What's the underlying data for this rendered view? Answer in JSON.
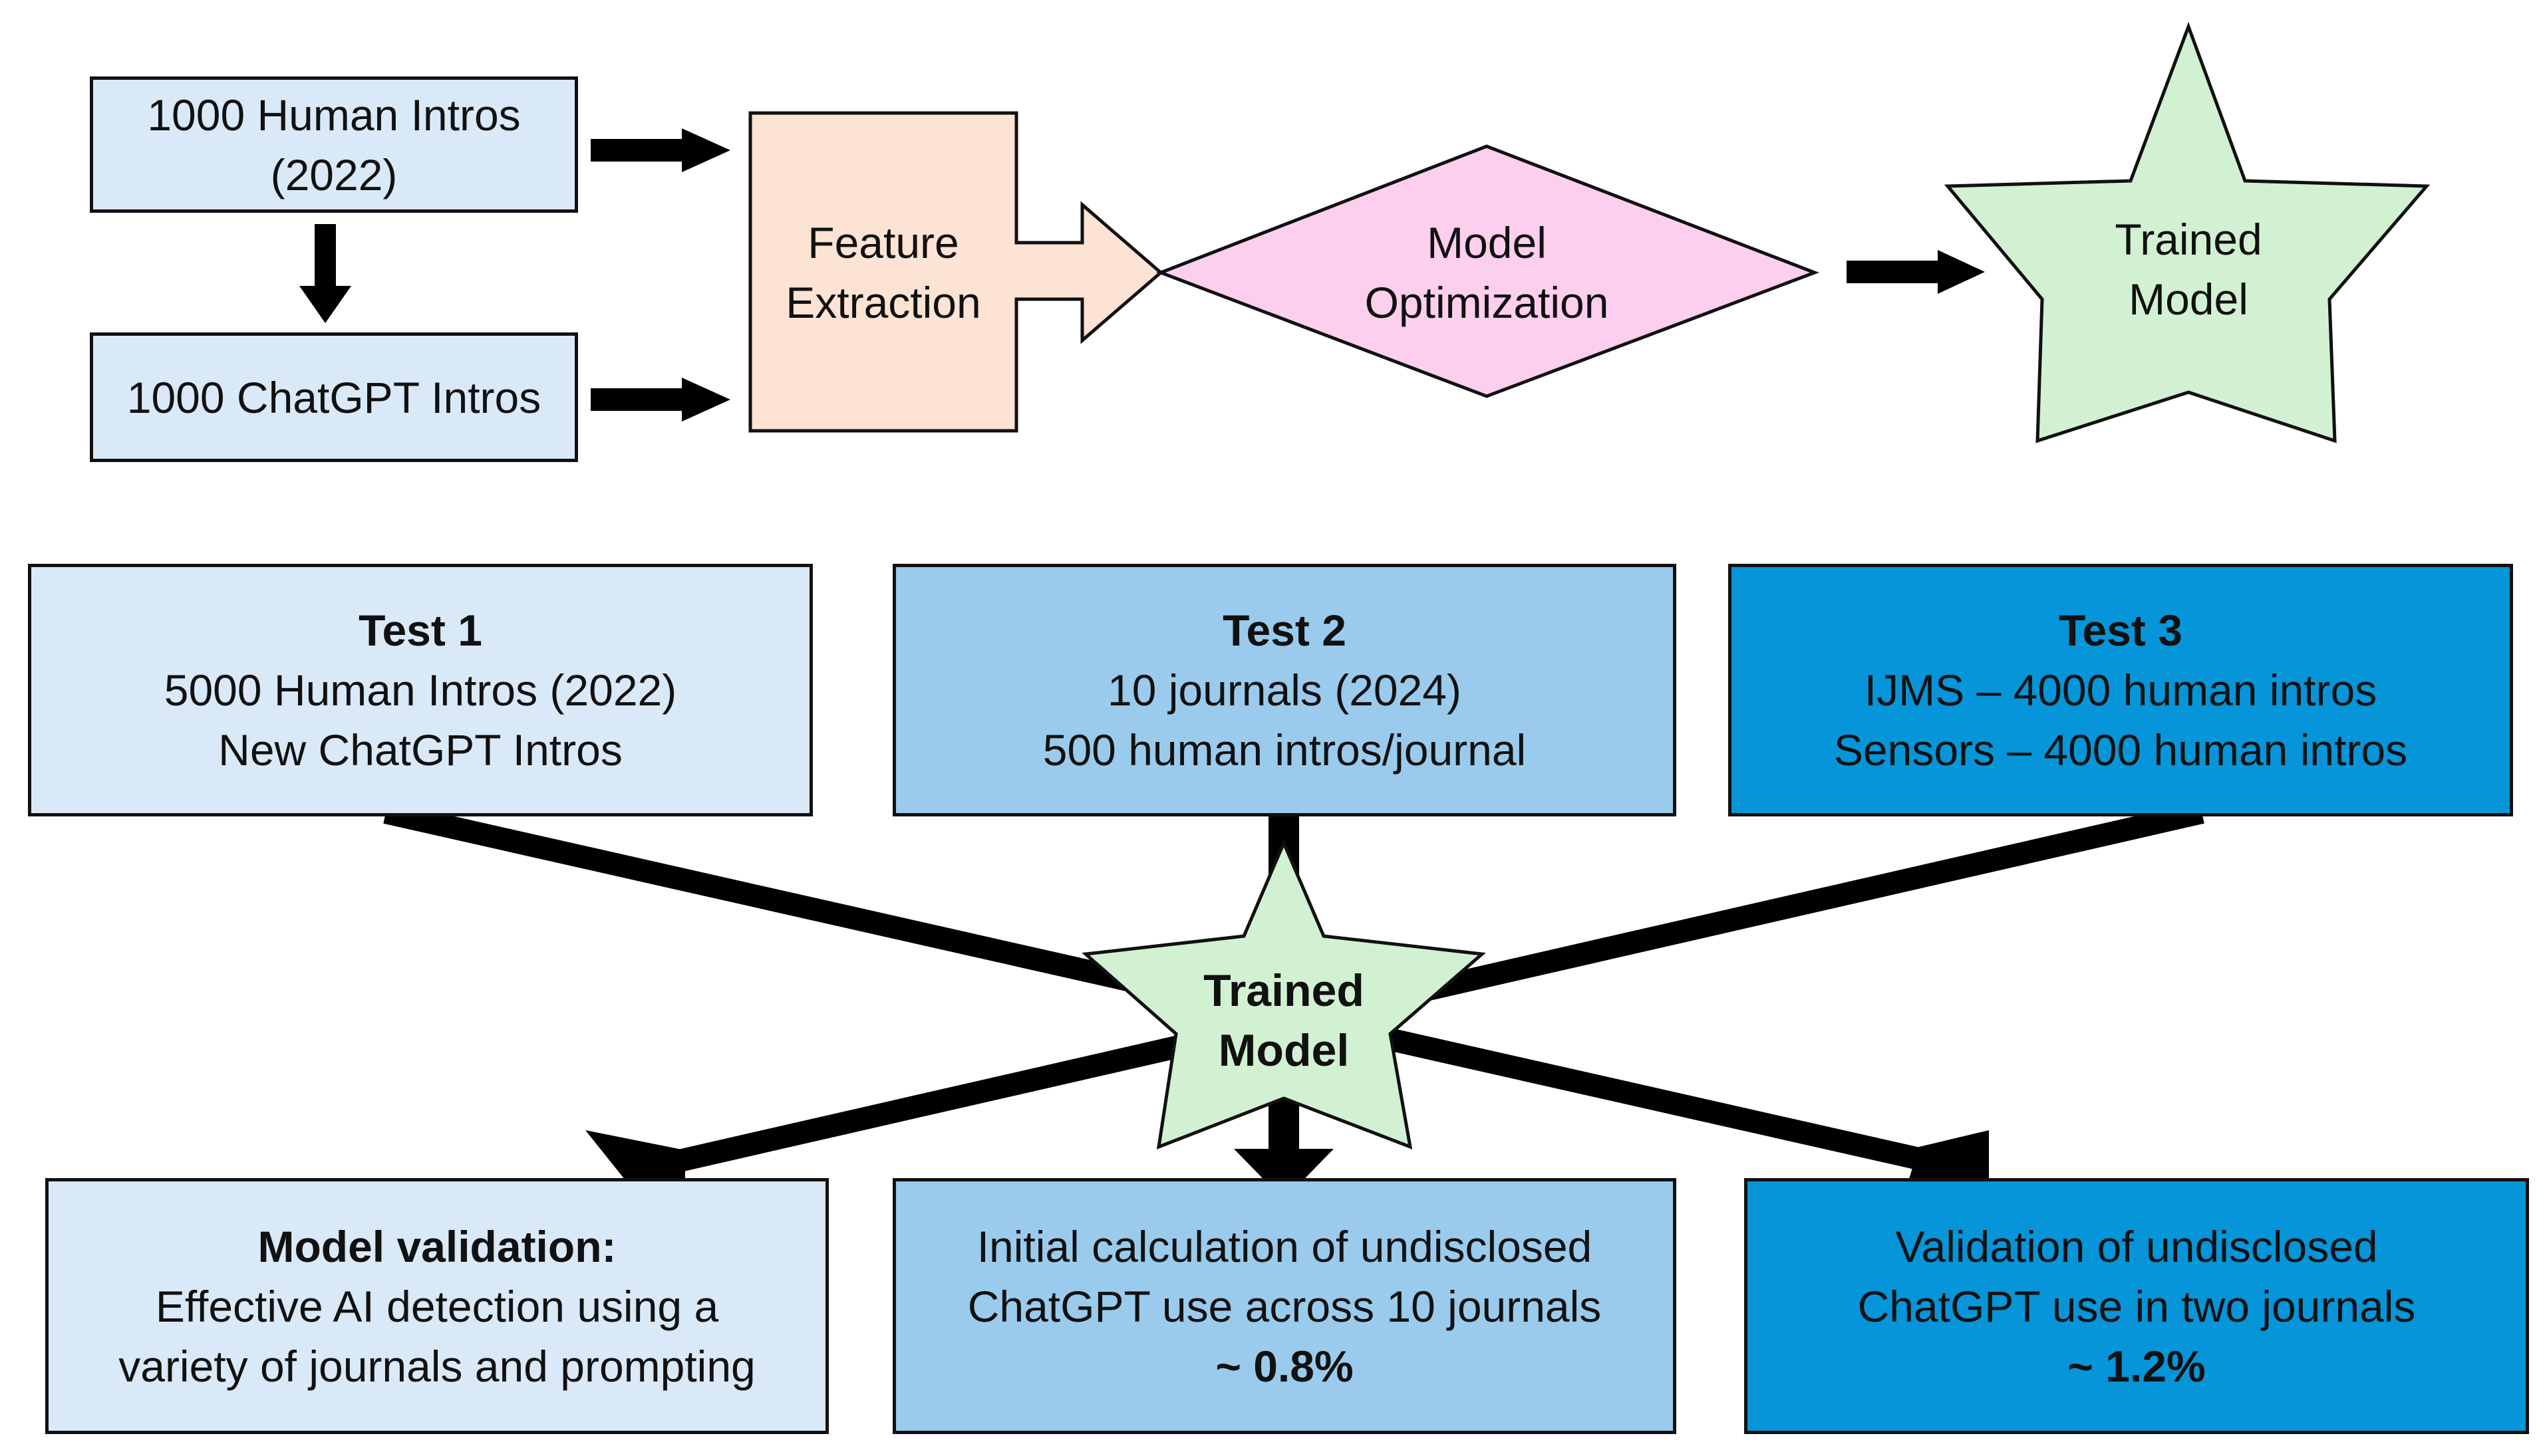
{
  "colors": {
    "light_blue": "#dae9f7",
    "mid_blue": "#9acbec",
    "dark_blue": "#0595d8",
    "peach": "#fce3d4",
    "pink": "#fbcfed",
    "green": "#d2f1d2",
    "arrow": "#000000",
    "outline": "#111111"
  },
  "top_flow": {
    "human_intros": [
      "1000 Human Intros",
      "(2022)"
    ],
    "chatgpt_intros": "1000 ChatGPT Intros",
    "feature_extraction": [
      "Feature",
      "Extraction"
    ],
    "model_optimization": [
      "Model",
      "Optimization"
    ],
    "trained_model": [
      "Trained",
      "Model"
    ]
  },
  "tests": [
    {
      "title": "Test 1",
      "lines": [
        "5000 Human Intros (2022)",
        "New ChatGPT Intros"
      ]
    },
    {
      "title": "Test 2",
      "lines": [
        "10 journals (2024)",
        "500 human intros/journal"
      ]
    },
    {
      "title": "Test 3",
      "lines": [
        "IJMS – 4000 human intros",
        "Sensors – 4000 human intros"
      ]
    }
  ],
  "center_star": [
    "Trained",
    "Model"
  ],
  "results": [
    {
      "title": "Model validation:",
      "lines": [
        "Effective AI detection using a",
        "variety of journals and prompting"
      ],
      "value": ""
    },
    {
      "title": "",
      "lines": [
        "Initial calculation of undisclosed",
        "ChatGPT use across 10 journals"
      ],
      "value": "~ 0.8%"
    },
    {
      "title": "",
      "lines": [
        "Validation of undisclosed",
        "ChatGPT use in two journals"
      ],
      "value": "~ 1.2%"
    }
  ]
}
